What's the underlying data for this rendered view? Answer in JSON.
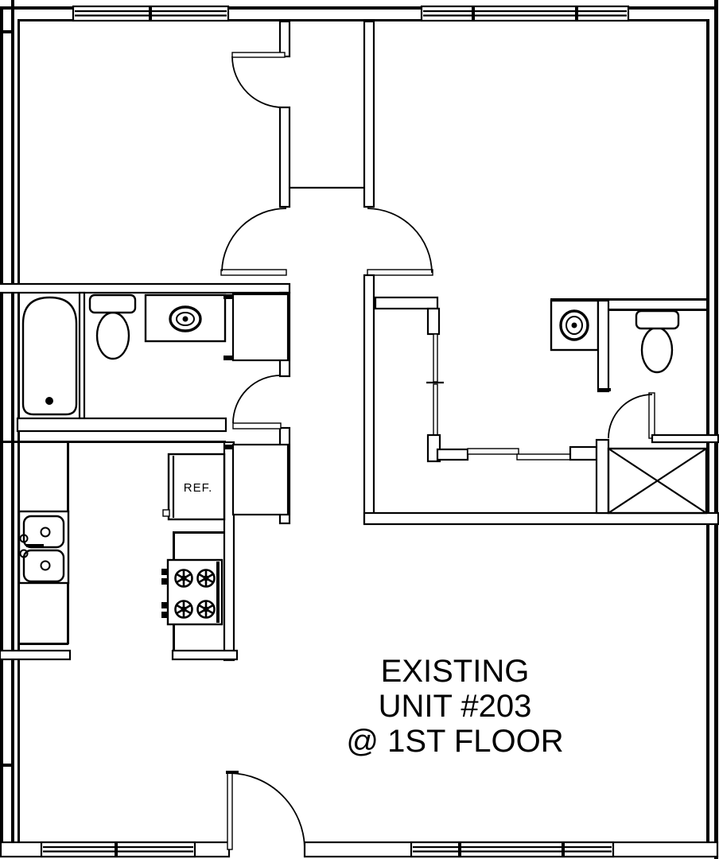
{
  "drawing": {
    "type": "floor-plan",
    "background_color": "#ffffff",
    "line_color": "#000000"
  },
  "title": {
    "line1": "EXISTING",
    "line2": "UNIT #203",
    "line3": "@ 1ST FLOOR"
  },
  "labels": {
    "refrigerator": "REF."
  },
  "fixtures": [
    "bathtub",
    "toilet",
    "vanity-sink",
    "closet",
    "entry-closet-double-doors",
    "kitchen-double-sink",
    "refrigerator",
    "stove-4-burner",
    "sliding-closet-doors",
    "vanity-sink-2",
    "toilet-2",
    "shaft-x-box",
    "door-swings",
    "windows"
  ]
}
